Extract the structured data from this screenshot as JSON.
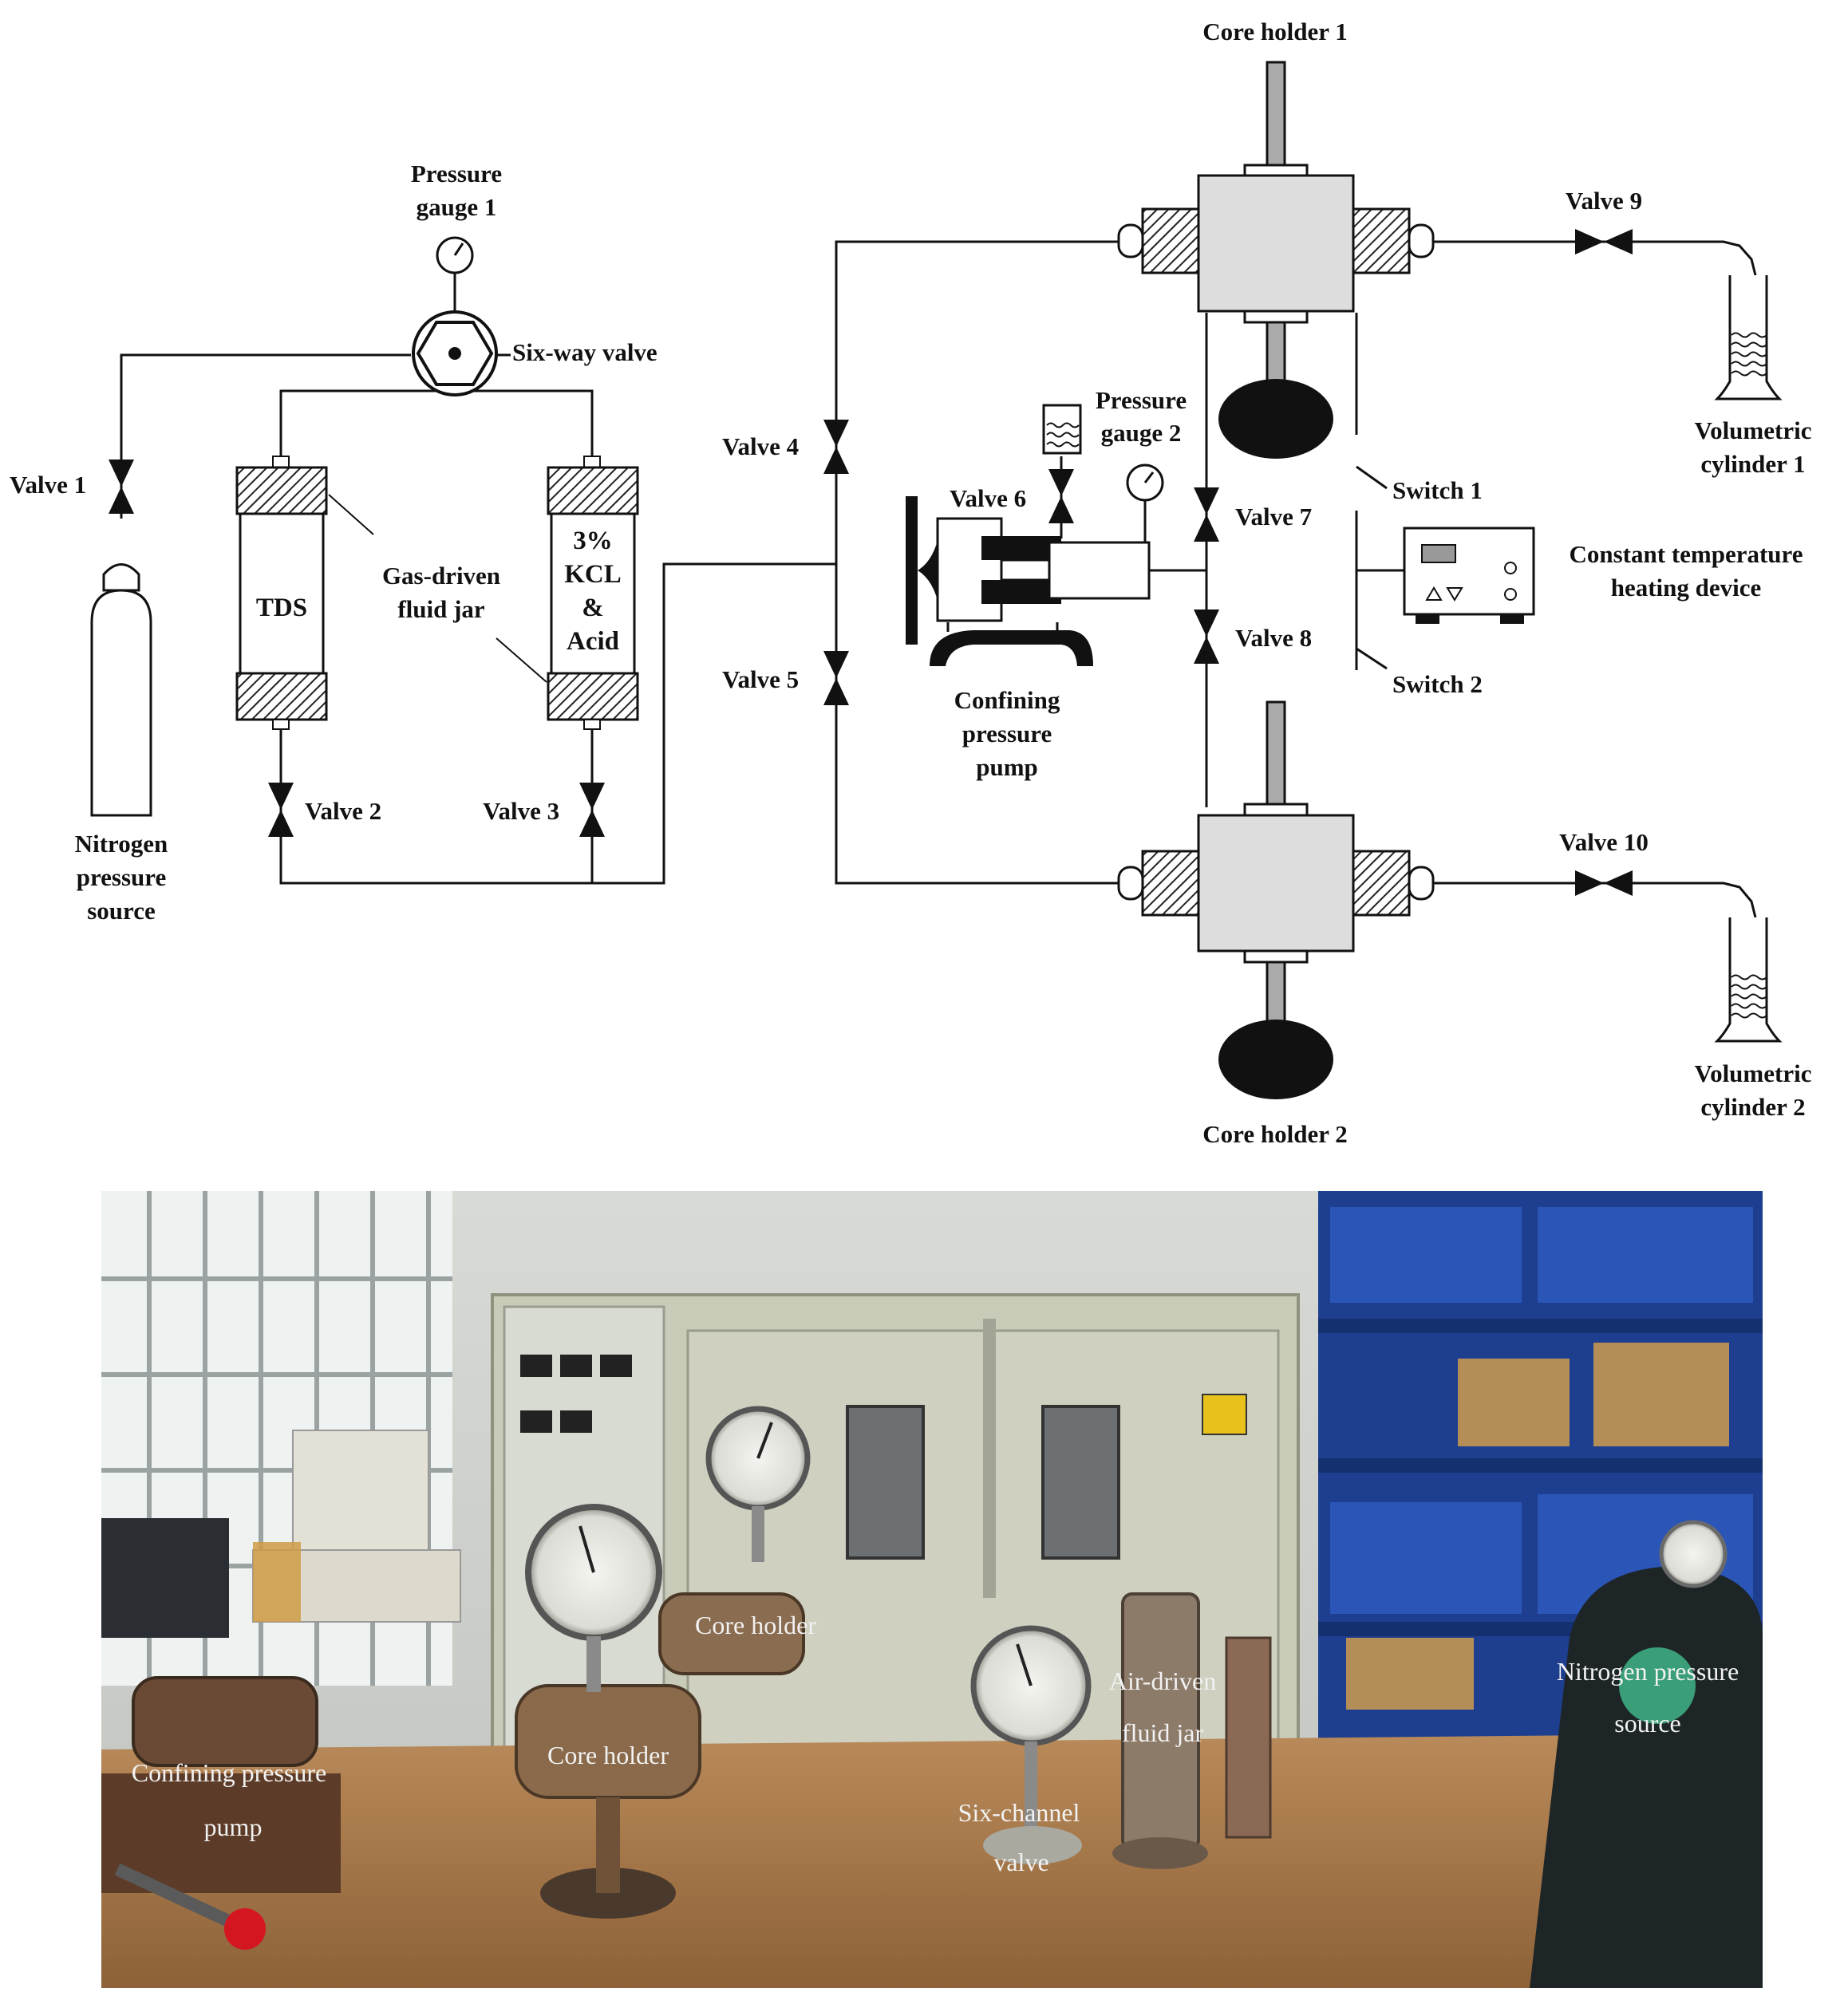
{
  "schematic": {
    "labels": {
      "core_holder_1": "Core holder 1",
      "core_holder_2": "Core holder 2",
      "pressure_gauge_1_l1": "Pressure",
      "pressure_gauge_1_l2": "gauge 1",
      "pressure_gauge_2_l1": "Pressure",
      "pressure_gauge_2_l2": "gauge 2",
      "six_way_valve": "Six-way valve",
      "valve_1": "Valve 1",
      "valve_2": "Valve 2",
      "valve_3": "Valve 3",
      "valve_4": "Valve 4",
      "valve_5": "Valve 5",
      "valve_6": "Valve 6",
      "valve_7": "Valve 7",
      "valve_8": "Valve 8",
      "valve_9": "Valve 9",
      "valve_10": "Valve 10",
      "switch_1": "Switch 1",
      "switch_2": "Switch 2",
      "jar_label_l1": "Gas-driven",
      "jar_label_l2": "fluid jar",
      "tds": "TDS",
      "kcl_l1": "3%",
      "kcl_l2": "KCL",
      "kcl_l3": "&",
      "kcl_l4": "Acid",
      "nitrogen_l1": "Nitrogen",
      "nitrogen_l2": "pressure",
      "nitrogen_l3": "source",
      "pump_l1": "Confining",
      "pump_l2": "pressure",
      "pump_l3": "pump",
      "heater_l1": "Constant temperature",
      "heater_l2": "heating device",
      "cylinder_1_l1": "Volumetric",
      "cylinder_1_l2": "cylinder 1",
      "cylinder_2_l1": "Volumetric",
      "cylinder_2_l2": "cylinder 2"
    }
  },
  "photo": {
    "labels": {
      "core_holder_a": "Core holder",
      "core_holder_b": "Core holder",
      "air_jar_l1": "Air-driven",
      "air_jar_l2": "fluid jar",
      "nitrogen_l1": "Nitrogen pressure",
      "nitrogen_l2": "source",
      "pump_l1": "Confining pressure",
      "pump_l2": "pump",
      "six_channel_l1": "Six-channel",
      "six_channel_l2": "valve"
    }
  }
}
